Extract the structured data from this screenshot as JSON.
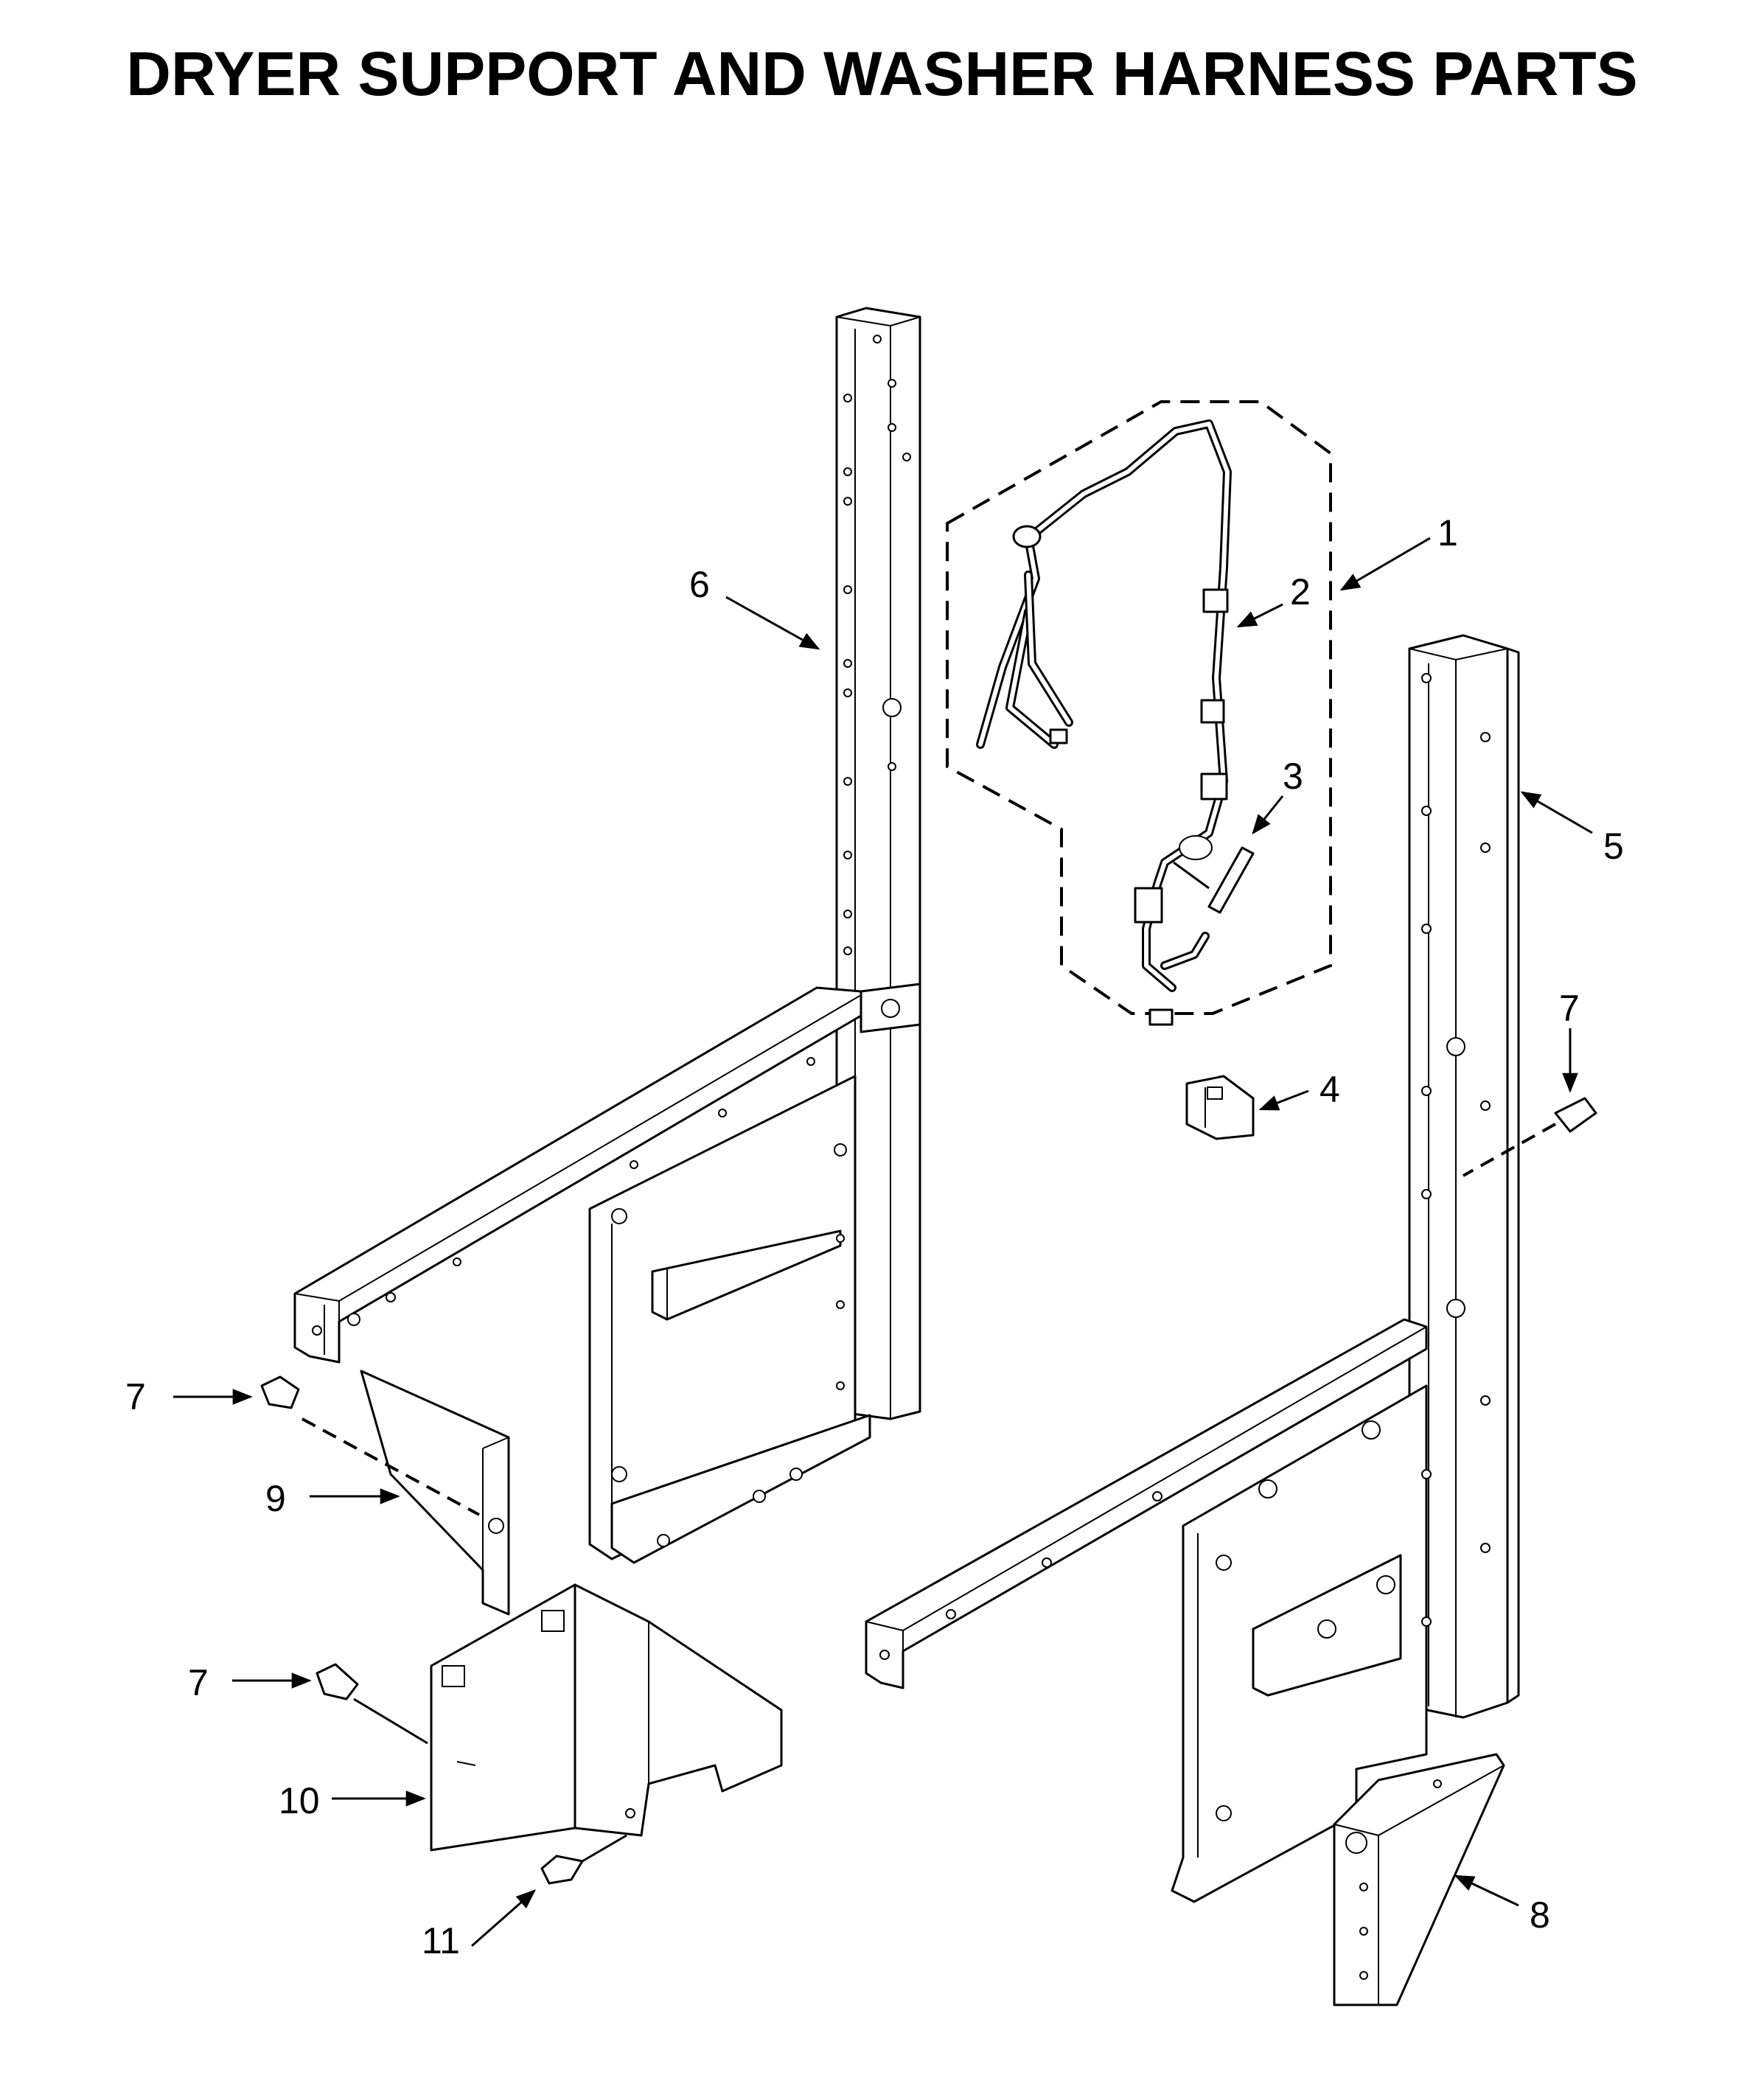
{
  "title": "DRYER SUPPORT AND WASHER HARNESS PARTS",
  "callouts": [
    {
      "id": "c1",
      "label": "1"
    },
    {
      "id": "c2",
      "label": "2"
    },
    {
      "id": "c3",
      "label": "3"
    },
    {
      "id": "c4",
      "label": "4"
    },
    {
      "id": "c5",
      "label": "5"
    },
    {
      "id": "c6",
      "label": "6"
    },
    {
      "id": "c7a",
      "label": "7"
    },
    {
      "id": "c7b",
      "label": "7"
    },
    {
      "id": "c7c",
      "label": "7"
    },
    {
      "id": "c8",
      "label": "8"
    },
    {
      "id": "c9",
      "label": "9"
    },
    {
      "id": "c10",
      "label": "10"
    },
    {
      "id": "c11",
      "label": "11"
    }
  ]
}
